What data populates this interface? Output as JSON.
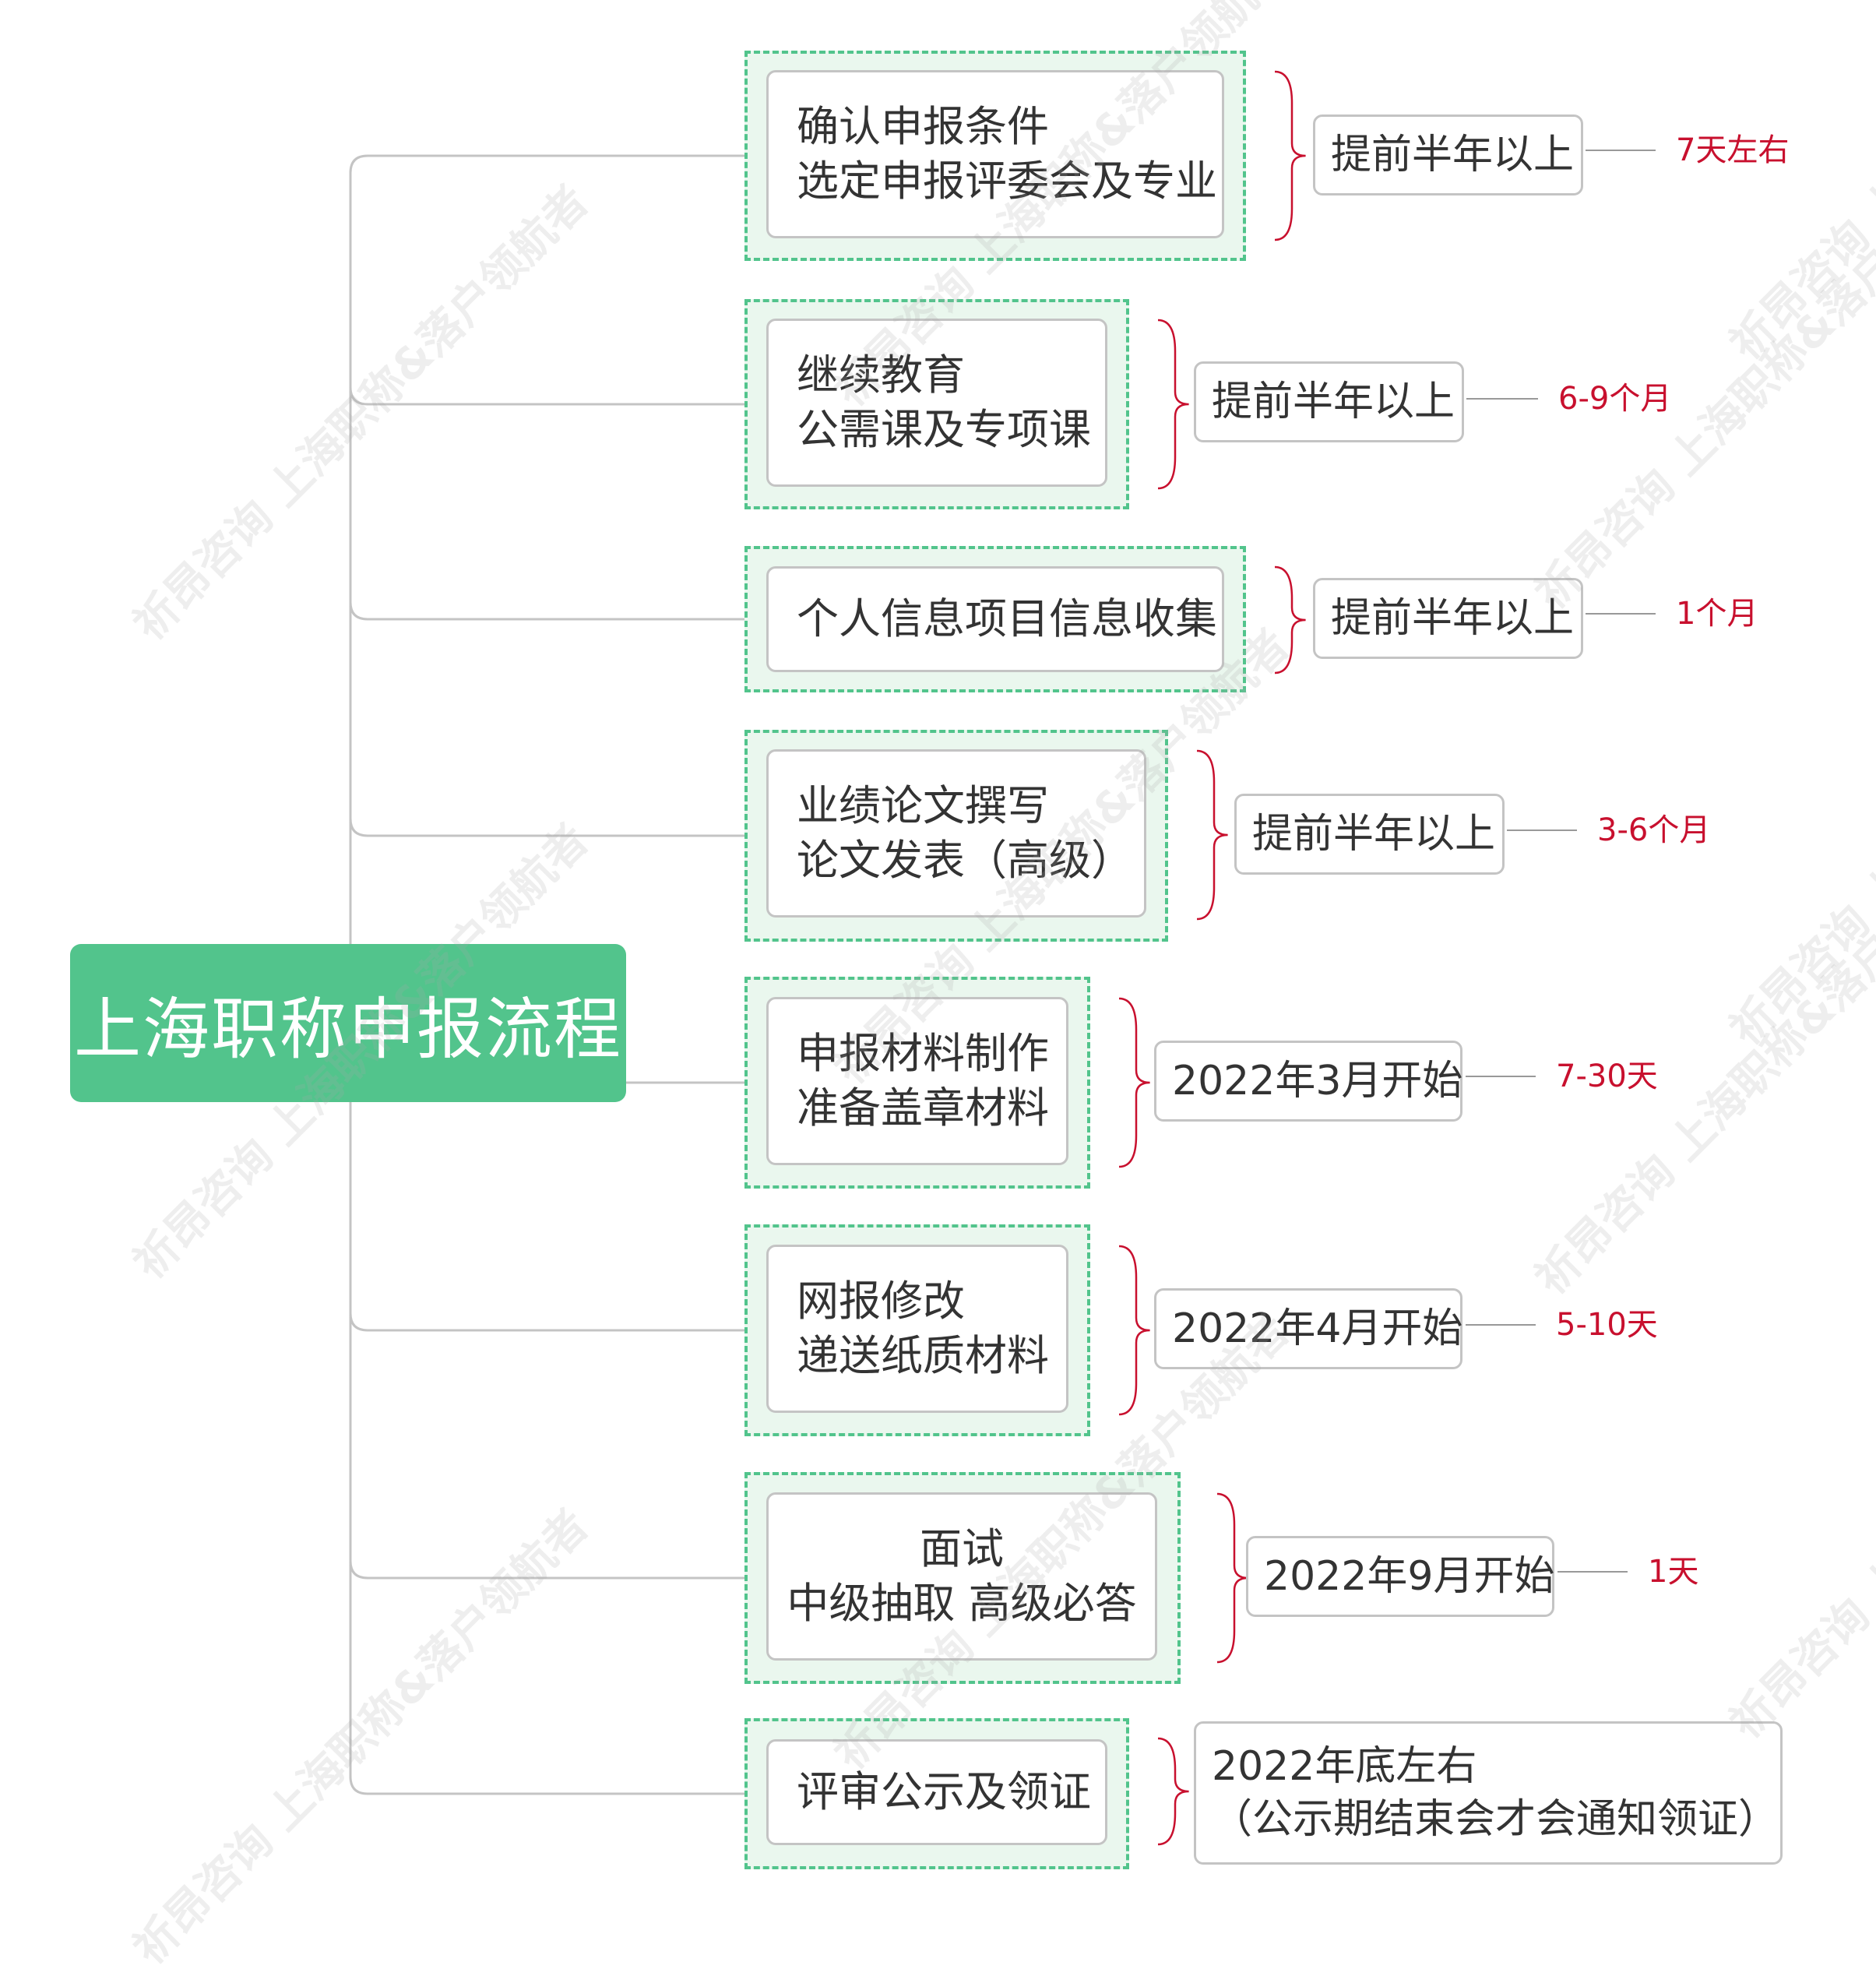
{
  "root": {
    "title": "上海职称申报流程"
  },
  "watermark": "祈昂咨询 上海职称&落户领航者",
  "colors": {
    "accent": "#52c48c",
    "group_fill": "#eaf7ee",
    "duration": "#c8102e",
    "line": "#c4c4c4"
  },
  "steps": [
    {
      "lines": [
        "确认申报条件",
        "选定申报评委会及专业"
      ],
      "timing": [
        "提前半年以上"
      ],
      "duration": "7天左右"
    },
    {
      "lines": [
        "继续教育",
        "公需课及专项课"
      ],
      "timing": [
        "提前半年以上"
      ],
      "duration": "6-9个月"
    },
    {
      "lines": [
        "个人信息项目信息收集"
      ],
      "timing": [
        "提前半年以上"
      ],
      "duration": "1个月"
    },
    {
      "lines": [
        "业绩论文撰写",
        "论文发表（高级）"
      ],
      "timing": [
        "提前半年以上"
      ],
      "duration": "3-6个月"
    },
    {
      "lines": [
        "申报材料制作",
        "准备盖章材料"
      ],
      "timing": [
        "2022年3月开始"
      ],
      "duration": "7-30天"
    },
    {
      "lines": [
        "网报修改",
        "递送纸质材料"
      ],
      "timing": [
        "2022年4月开始"
      ],
      "duration": "5-10天"
    },
    {
      "lines": [
        "面试",
        "中级抽取 高级必答"
      ],
      "timing": [
        "2022年9月开始"
      ],
      "duration": "1天"
    },
    {
      "lines": [
        "评审公示及领证"
      ],
      "timing": [
        "2022年底左右",
        "（公示期结束会才会通知领证）"
      ],
      "duration": ""
    }
  ]
}
